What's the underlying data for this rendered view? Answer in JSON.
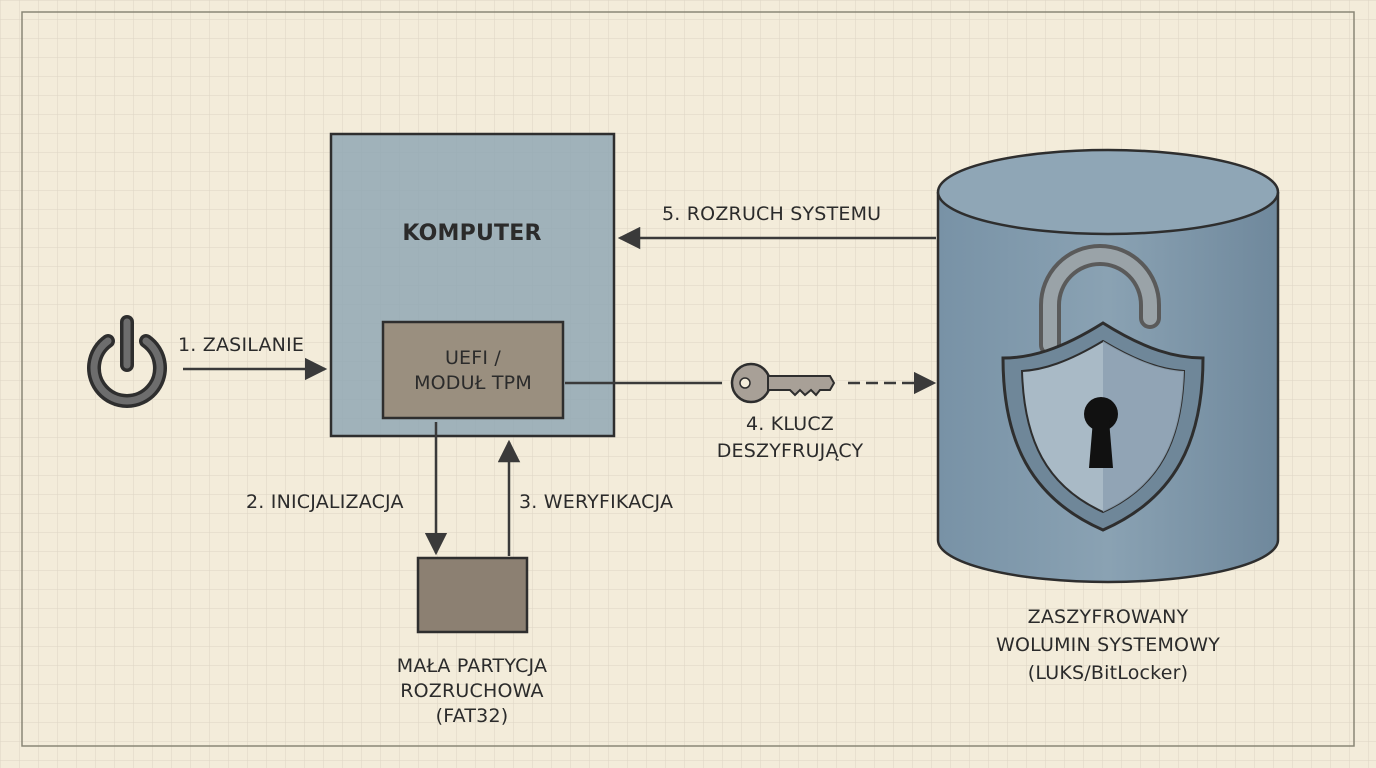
{
  "nodes": {
    "computer": {
      "title": "KOMPUTER"
    },
    "uefi": {
      "line1": "UEFI /",
      "line2": "MODUŁ TPM"
    },
    "boot_partition": {
      "line1": "MAŁA PARTYCJA",
      "line2": "ROZRUCHOWA",
      "line3": "(FAT32)"
    },
    "volume": {
      "line1": "ZASZYFROWANY",
      "line2": "WOLUMIN SYSTEMOWY",
      "line3": "(LUKS/BitLocker)"
    }
  },
  "edges": {
    "power": "1. ZASILANIE",
    "init": "2. INICJALIZACJA",
    "verify": "3. WERYFIKACJA",
    "key_line1": "4. KLUCZ",
    "key_line2": "DESZYFRUJĄCY",
    "boot": "5. ROZRUCH SYSTEMU"
  },
  "icons": [
    "power-icon",
    "key-icon",
    "padlock-shield-icon"
  ],
  "colors": {
    "paper": "#f3ecda",
    "grid": "#d9d3c3",
    "computer_fill": "#90a8b4",
    "module_fill": "#9a8f7f",
    "partition_fill": "#8c8072",
    "cylinder_fill": "#7f98aa",
    "line": "#333333"
  }
}
